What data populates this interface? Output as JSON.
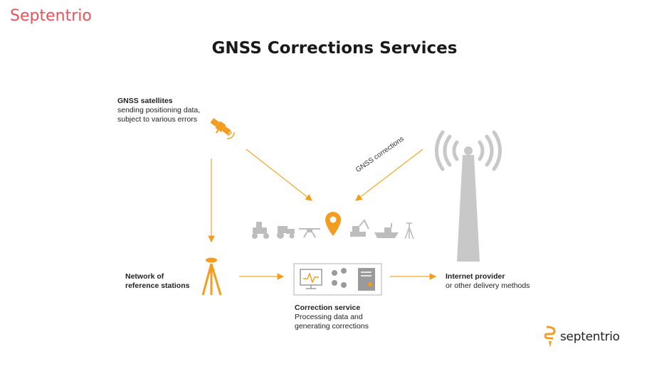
{
  "header": {
    "brand": "Septentrio",
    "title": "GNSS Corrections Services"
  },
  "nodes": {
    "satellites": {
      "title": "GNSS satellites",
      "line1": "sending positioning data,",
      "line2": "subject to various errors"
    },
    "network": {
      "title": "Network of",
      "title2": "reference stations"
    },
    "service": {
      "title": "Correction service",
      "line1": "Processing data and",
      "line2": "generating corrections"
    },
    "internet": {
      "title": "Internet provider",
      "line1": "or other delivery methods"
    }
  },
  "edges": {
    "corrections_label": "GNSS corrections"
  },
  "logo": {
    "text": "septentrio"
  },
  "colors": {
    "accent": "#f39c1f",
    "grey": "#c8c8c8",
    "brand_red": "#e8525a"
  },
  "icons": [
    "satellite-icon",
    "tripod-icon",
    "server-icon",
    "antenna-tower-icon",
    "location-pin-icon",
    "tractor-icon",
    "drone-icon",
    "excavator-icon",
    "ship-icon",
    "survey-tripod-icon"
  ]
}
